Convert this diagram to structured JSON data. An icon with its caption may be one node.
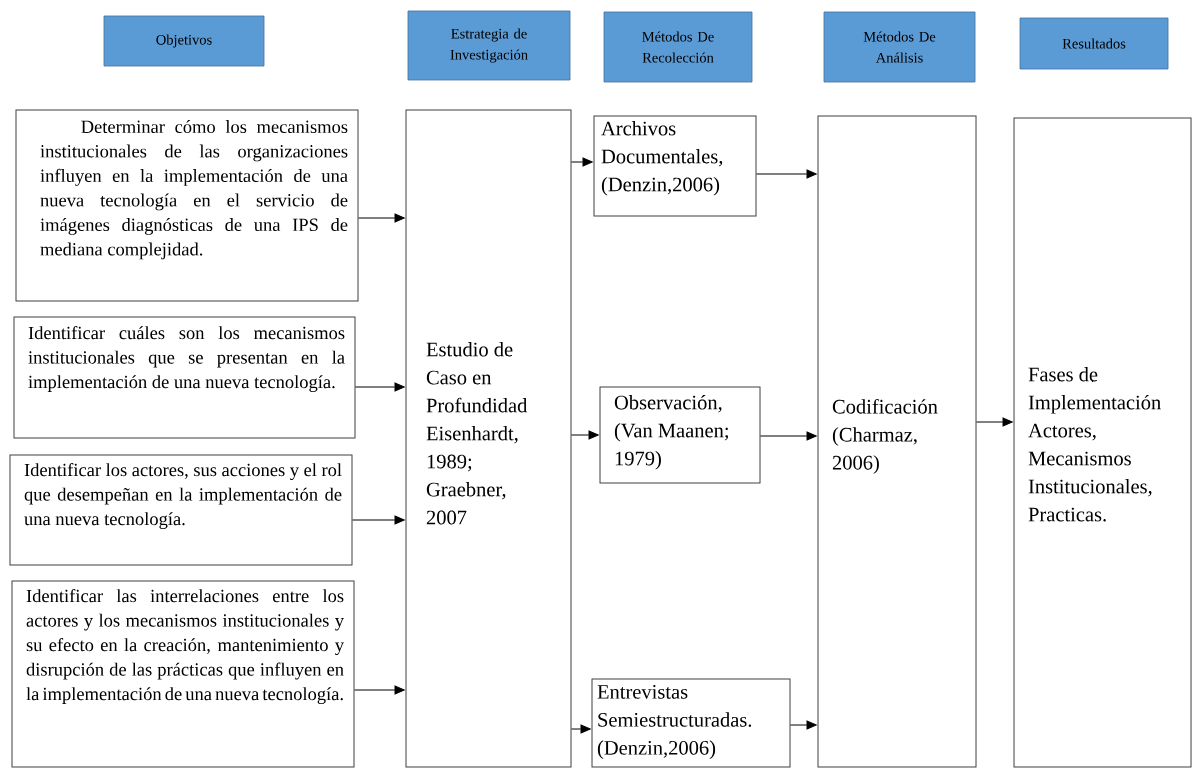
{
  "diagram": {
    "nodes": [
      {
        "text": [
          "Objetivos"
        ]
      },
      {
        "text": [
          "Estrategia de Investigación"
        ]
      },
      {
        "text": [
          "Métodos De Recolección"
        ]
      },
      {
        "text": [
          "Métodos De Análisis"
        ]
      },
      {
        "text": [
          "Resultados"
        ]
      },
      {
        "text": [
          "Determinar cómo los mecanismos institucionales de las organizaciones influyen en la implementación de una nueva tecnología en el servicio de imágenes diagnósticas de una IPS de mediana complejidad."
        ]
      },
      {
        "text": [
          "Identificar cuáles son los mecanismos institucionales que se presentan en la implementación de una nueva tecnología."
        ]
      },
      {
        "text": [
          "Identificar los actores, sus acciones y el rol que desempeñan en la implementación de una nueva tecnología."
        ]
      },
      {
        "text": [
          "Identificar las interrelaciones entre los actores y los mecanismos institucionales y su efecto en la creación, mantenimiento y disrupción de las prácticas que influyen en la implementación de una nueva tecnología."
        ]
      },
      {
        "text": [
          "Estudio de Caso en Profundidad Eisenhardt, 1989; Graebner, 2007"
        ]
      },
      {
        "text": [
          "Archivos Documentales, (Denzin,2006)"
        ]
      },
      {
        "text": [
          "Observación, (Van Maanen; 1979)"
        ]
      },
      {
        "text": [
          "Entrevistas Semiestructuradas. (Denzin,2006)"
        ]
      },
      {
        "text": [
          "Codificación (Charmaz, 2006)"
        ]
      },
      {
        "text": [
          "Fases de Implementación Actores, Mecanismos Institucionales, Practicas."
        ]
      }
    ],
    "edges": [
      {
        "from": 5,
        "to": 9,
        "arrow": "to"
      },
      {
        "from": 6,
        "to": 9,
        "arrow": "to"
      },
      {
        "from": 7,
        "to": 9,
        "arrow": "to"
      },
      {
        "from": 8,
        "to": 9,
        "arrow": "to"
      },
      {
        "from": 9,
        "to": 10,
        "arrow": "to"
      },
      {
        "from": 9,
        "to": 11,
        "arrow": "to"
      },
      {
        "from": 9,
        "to": 12,
        "arrow": "to"
      },
      {
        "from": 10,
        "to": 13,
        "arrow": "to"
      },
      {
        "from": 11,
        "to": 13,
        "arrow": "to"
      },
      {
        "from": 12,
        "to": 13,
        "arrow": "to"
      },
      {
        "from": 13,
        "to": 14,
        "arrow": "to"
      }
    ]
  }
}
